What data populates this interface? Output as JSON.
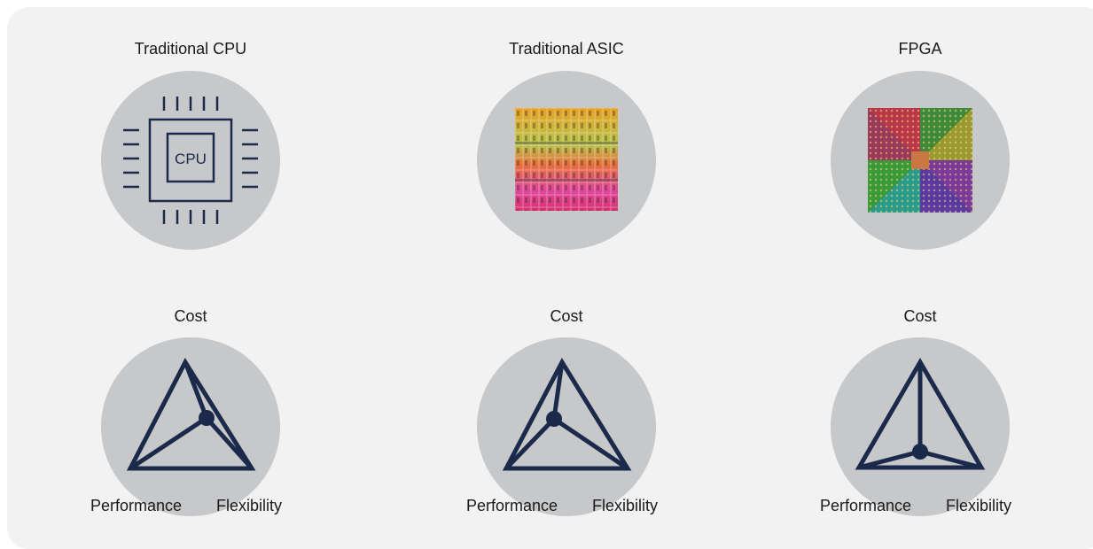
{
  "columns": [
    {
      "title": "Traditional CPU",
      "cpu_text": "CPU",
      "cost_label": "Cost",
      "performance_label": "Performance",
      "flexibility_label": "Flexibility"
    },
    {
      "title": "Traditional ASIC",
      "cost_label": "Cost",
      "performance_label": "Performance",
      "flexibility_label": "Flexibility"
    },
    {
      "title": "FPGA",
      "cost_label": "Cost",
      "performance_label": "Performance",
      "flexibility_label": "Flexibility"
    }
  ],
  "colors": {
    "panel": "#f2f2f2",
    "circle": "#c7c8ca",
    "navy": "#1b2a4a"
  }
}
